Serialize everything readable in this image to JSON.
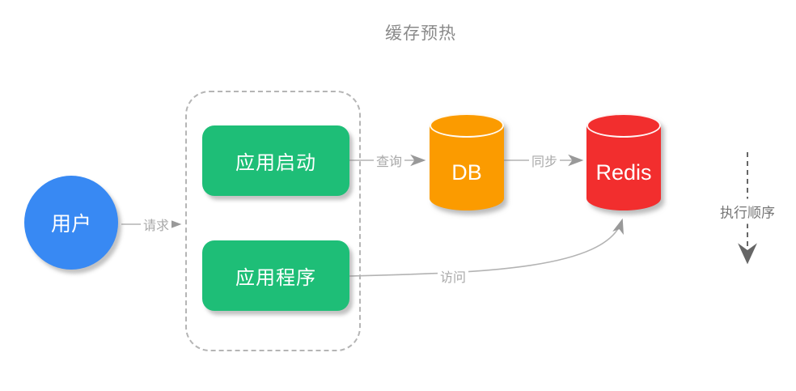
{
  "title": "缓存预热",
  "nodes": {
    "user": {
      "label": "用户",
      "shape": "circle"
    },
    "app_start": {
      "label": "应用启动",
      "shape": "rounded-rect"
    },
    "app_program": {
      "label": "应用程序",
      "shape": "rounded-rect"
    },
    "db": {
      "label": "DB",
      "shape": "cylinder"
    },
    "redis": {
      "label": "Redis",
      "shape": "cylinder"
    }
  },
  "edges": {
    "request": {
      "from": "user",
      "to": "app-group",
      "label": "请求"
    },
    "query": {
      "from": "app_start",
      "to": "db",
      "label": "查询"
    },
    "sync": {
      "from": "db",
      "to": "redis",
      "label": "同步"
    },
    "access": {
      "from": "app_program",
      "to": "redis",
      "label": "访问"
    },
    "order": {
      "label": "执行顺序",
      "direction": "down"
    }
  },
  "colors": {
    "user_blue": "#3889f3",
    "app_green": "#1ebe77",
    "db_orange": "#fb9b00",
    "redis_red": "#f22e2e",
    "line_gray": "#b3b3b3",
    "dash_gray": "#b5b5b5",
    "order_line_gray": "#666666",
    "arrowhead_gray": "#999999",
    "edge_label_gray": "#a9a9a9",
    "order_label_gray": "#767676",
    "title_gray": "#8a8a8a"
  }
}
